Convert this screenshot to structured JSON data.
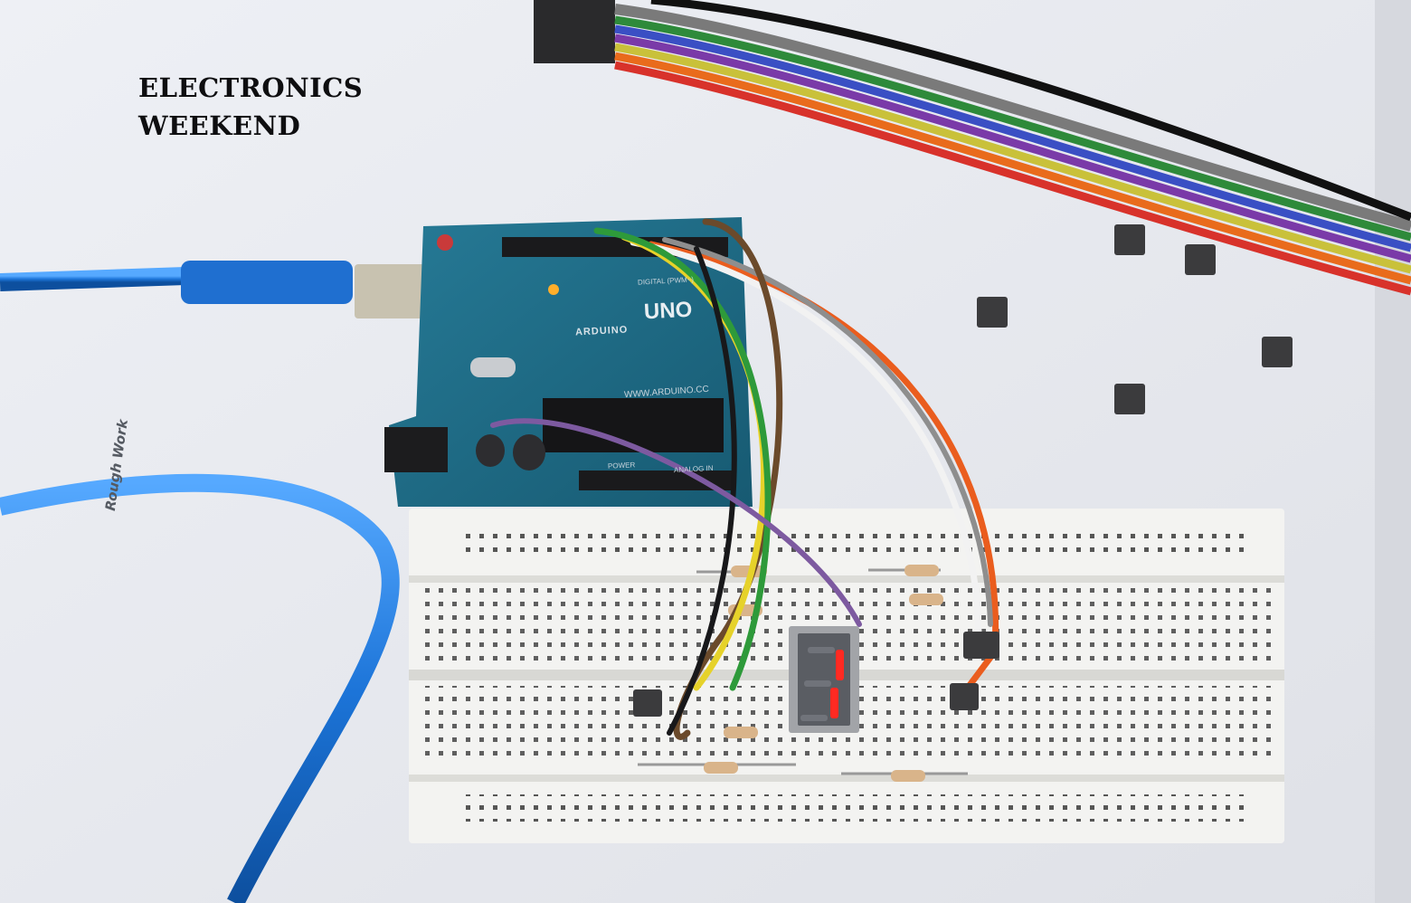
{
  "caption": {
    "line1": "ELECTRONICS",
    "line2": "WEEKEND"
  },
  "paper_note": "Rough Work",
  "board": {
    "logo_text": "UNO",
    "brand_text": "ARDUINO",
    "site_text": "WWW.ARDUINO.CC",
    "digital_label": "DIGITAL (PWM~)",
    "analog_label": "ANALOG IN",
    "power_label": "POWER"
  },
  "display": {
    "digit": "1"
  },
  "colors": {
    "paper": "#e4e6ec",
    "board": "#1f6b86",
    "usb_cable": "#1f7fe0",
    "breadboard": "#f2f2f0",
    "segment_on": "#ff2a22"
  },
  "icons": {
    "usb_cable": "usb-cable-icon",
    "push_button": "push-button-icon",
    "resistor": "resistor-icon",
    "ribbon_cable": "ribbon-cable-icon"
  }
}
